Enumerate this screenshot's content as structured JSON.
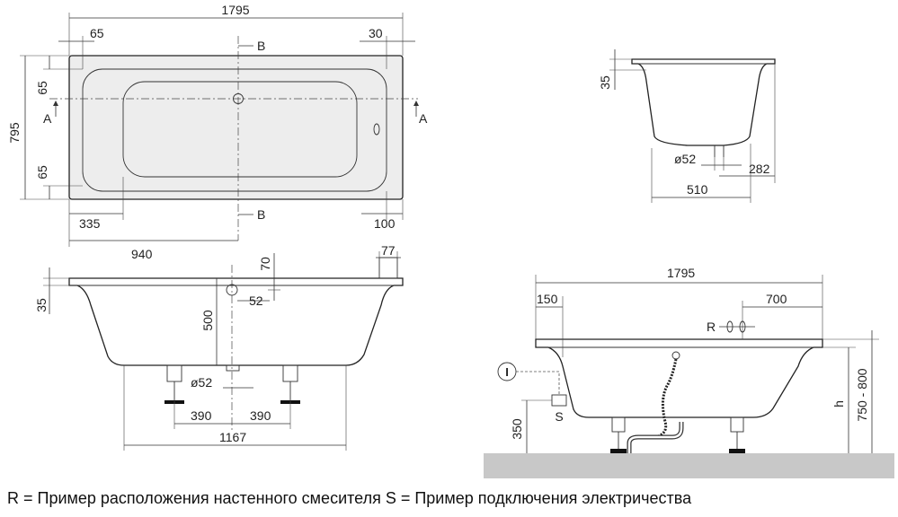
{
  "top_view": {
    "dims": {
      "overall_length": "1795",
      "left_rim": "65",
      "right_rim": "30",
      "overall_width": "795",
      "rim_top": "65",
      "rim_bottom": "65",
      "left_to_drain_zone": "335",
      "right_offset": "100",
      "drain_position": "940"
    },
    "section_marks": {
      "b_top": "B",
      "b_bottom": "B",
      "a_left": "A",
      "a_right": "A"
    }
  },
  "cross_section_a": {
    "dims": {
      "rim_height": "35",
      "drain_diameter": "ø52",
      "drain_offset": "282",
      "bottom_width": "510"
    }
  },
  "side_section_b": {
    "dims": {
      "rim_height": "35",
      "depth": "500",
      "rim_offset": "70",
      "drain_offset": "52",
      "rim_width": "77",
      "drain_diameter": "ø52",
      "leg_spacing_left": "390",
      "leg_spacing_right": "390",
      "base_length": "1167"
    }
  },
  "installation_view": {
    "dims": {
      "overall_length": "1795",
      "left_offset": "150",
      "mixer_offset": "700",
      "drain_height": "350",
      "height_symbol": "h",
      "height_range": "750 - 800"
    },
    "labels": {
      "mixer": "R",
      "electric": "S",
      "connection_symbol": "I"
    }
  },
  "legend": "R = Пример расположения настенного смесителя S = Пример подключения электричества"
}
